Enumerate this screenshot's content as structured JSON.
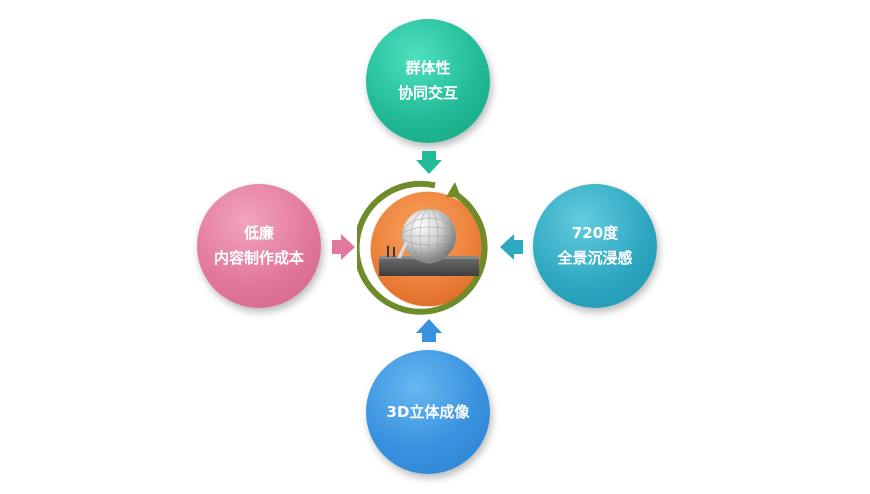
{
  "top": {
    "line1": "群体性",
    "line2": "协同交互"
  },
  "left": {
    "line1": "低廉",
    "line2": "内容制作成本"
  },
  "right": {
    "line1": "720度",
    "line2": "全景沉浸感"
  },
  "bottom": {
    "line1": "3D立体成像"
  },
  "colors": {
    "top": "#22bb98",
    "left": "#e2789d",
    "right": "#2fa8c2",
    "bottom": "#3992df",
    "center_fill": "#ef8640",
    "center_ring": "#6e8d2a"
  },
  "center_icon": "dome-theater-image"
}
